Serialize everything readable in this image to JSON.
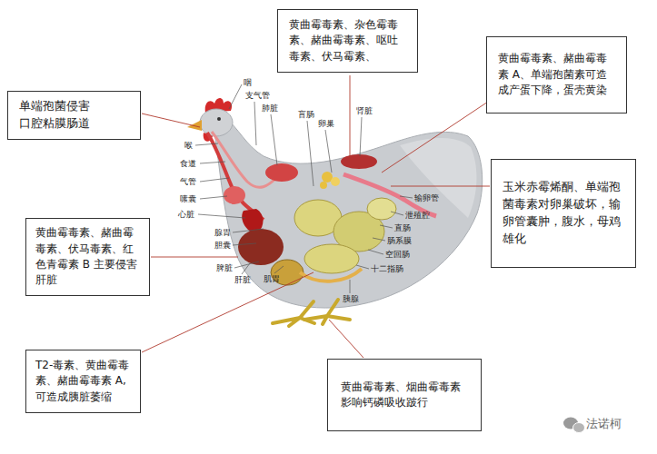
{
  "diagram": {
    "nodes": [
      {
        "text": [
          "黄曲霉毒素、杂色霉毒素、赭曲霉毒素、呕吐毒素、伏马霉素、"
        ]
      },
      {
        "text": [
          "黄曲霉毒素、赭曲霉毒素 A、单端孢菌素可造成产蛋下降，蛋壳黄染"
        ]
      },
      {
        "text": [
          "单端孢菌侵害口腔粘膜肠道"
        ]
      },
      {
        "text": [
          "玉米赤霉烯酮、单端孢菌毒素对卵巢破坏，输卵管囊肿，腹水，母鸡雄化"
        ]
      },
      {
        "text": [
          "黄曲霉毒素、赭曲霉毒素、伏马毒素、红色青霉素 B 主要侵害肝脏"
        ]
      },
      {
        "text": [
          "T2-毒素、黄曲霉毒素、赭曲霉毒素 A,可造成胰脏萎缩"
        ]
      },
      {
        "text": [
          "黄曲霉毒素、烟曲霉毒素影响钙磷吸收跛行"
        ]
      }
    ],
    "labels": [
      "咽",
      "支气管",
      "肺脏",
      "盲肠",
      "肾脏",
      "卵巢",
      "喉",
      "食道",
      "气管",
      "嗉囊",
      "心脏",
      "腺胃",
      "输卵管",
      "泄殖腔",
      "胆囊",
      "直肠",
      "肠系膜",
      "空回肠",
      "脾脏",
      "十二指肠",
      "肝脏",
      "肌胃",
      "胰腺",
      "法诺柯"
    ]
  }
}
